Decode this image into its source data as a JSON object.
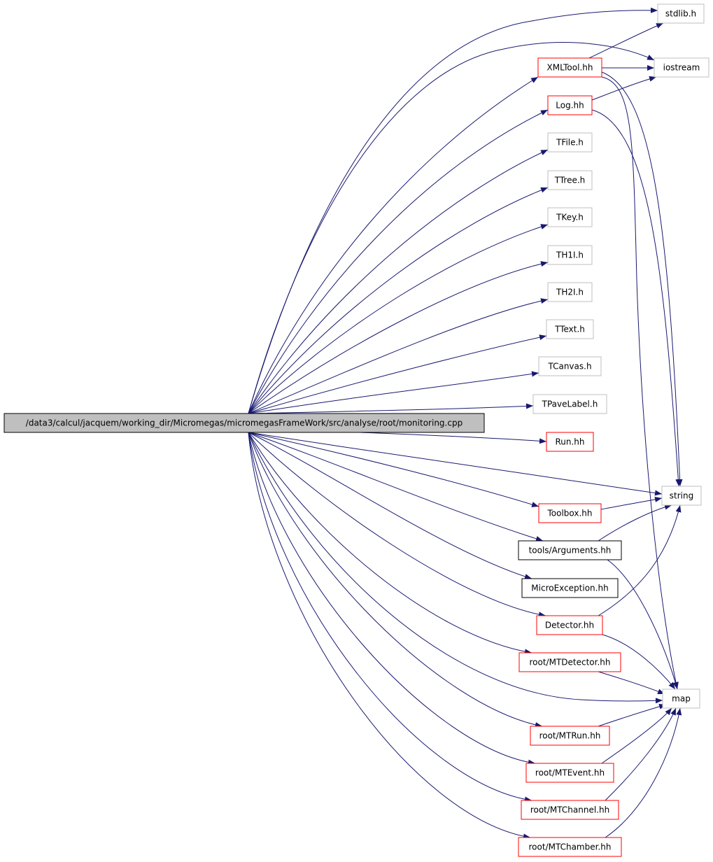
{
  "colors": {
    "edge": "#191970",
    "root_fill": "#bfbfbf",
    "border_default": "#bfbfbf",
    "border_documented": "#ff0000",
    "border_plain": "#000000",
    "text": "#000000"
  },
  "root": {
    "id": "root",
    "label": "/data3/calcul/jacquem/working_dir/Micromegas/micromegasFrameWork/src/analyse/root/monitoring.cpp"
  },
  "nodes": [
    {
      "id": "stdlib",
      "label": "stdlib.h",
      "style": "default"
    },
    {
      "id": "xmltool",
      "label": "XMLTool.hh",
      "style": "documented"
    },
    {
      "id": "iostream",
      "label": "iostream",
      "style": "default"
    },
    {
      "id": "log",
      "label": "Log.hh",
      "style": "documented"
    },
    {
      "id": "tfile",
      "label": "TFile.h",
      "style": "default"
    },
    {
      "id": "ttree",
      "label": "TTree.h",
      "style": "default"
    },
    {
      "id": "tkey",
      "label": "TKey.h",
      "style": "default"
    },
    {
      "id": "th1i",
      "label": "TH1I.h",
      "style": "default"
    },
    {
      "id": "th2i",
      "label": "TH2I.h",
      "style": "default"
    },
    {
      "id": "ttext",
      "label": "TText.h",
      "style": "default"
    },
    {
      "id": "tcanvas",
      "label": "TCanvas.h",
      "style": "default"
    },
    {
      "id": "tpavelabel",
      "label": "TPaveLabel.h",
      "style": "default"
    },
    {
      "id": "run",
      "label": "Run.hh",
      "style": "documented"
    },
    {
      "id": "string",
      "label": "string",
      "style": "default"
    },
    {
      "id": "toolbox",
      "label": "Toolbox.hh",
      "style": "documented"
    },
    {
      "id": "arguments",
      "label": "tools/Arguments.hh",
      "style": "plain"
    },
    {
      "id": "microexception",
      "label": "MicroException.hh",
      "style": "plain"
    },
    {
      "id": "detector",
      "label": "Detector.hh",
      "style": "documented"
    },
    {
      "id": "mtdetector",
      "label": "root/MTDetector.hh",
      "style": "documented"
    },
    {
      "id": "map",
      "label": "map",
      "style": "default"
    },
    {
      "id": "mtrun",
      "label": "root/MTRun.hh",
      "style": "documented"
    },
    {
      "id": "mtevent",
      "label": "root/MTEvent.hh",
      "style": "documented"
    },
    {
      "id": "mtchannel",
      "label": "root/MTChannel.hh",
      "style": "documented"
    },
    {
      "id": "mtchamber",
      "label": "root/MTChamber.hh",
      "style": "documented"
    }
  ],
  "edges": [
    [
      "root",
      "stdlib"
    ],
    [
      "root",
      "iostream"
    ],
    [
      "root",
      "xmltool"
    ],
    [
      "root",
      "log"
    ],
    [
      "root",
      "tfile"
    ],
    [
      "root",
      "ttree"
    ],
    [
      "root",
      "tkey"
    ],
    [
      "root",
      "th1i"
    ],
    [
      "root",
      "th2i"
    ],
    [
      "root",
      "ttext"
    ],
    [
      "root",
      "tcanvas"
    ],
    [
      "root",
      "tpavelabel"
    ],
    [
      "root",
      "run"
    ],
    [
      "root",
      "string"
    ],
    [
      "root",
      "toolbox"
    ],
    [
      "root",
      "arguments"
    ],
    [
      "root",
      "microexception"
    ],
    [
      "root",
      "detector"
    ],
    [
      "root",
      "mtdetector"
    ],
    [
      "root",
      "map"
    ],
    [
      "root",
      "mtrun"
    ],
    [
      "root",
      "mtevent"
    ],
    [
      "root",
      "mtchannel"
    ],
    [
      "root",
      "mtchamber"
    ],
    [
      "xmltool",
      "stdlib"
    ],
    [
      "xmltool",
      "iostream"
    ],
    [
      "xmltool",
      "string"
    ],
    [
      "xmltool",
      "map"
    ],
    [
      "log",
      "iostream"
    ],
    [
      "log",
      "string"
    ],
    [
      "toolbox",
      "string"
    ],
    [
      "arguments",
      "string"
    ],
    [
      "arguments",
      "map"
    ],
    [
      "detector",
      "string"
    ],
    [
      "detector",
      "map"
    ],
    [
      "mtdetector",
      "map"
    ],
    [
      "mtrun",
      "map"
    ],
    [
      "mtevent",
      "map"
    ],
    [
      "mtchannel",
      "map"
    ],
    [
      "mtchamber",
      "map"
    ]
  ]
}
